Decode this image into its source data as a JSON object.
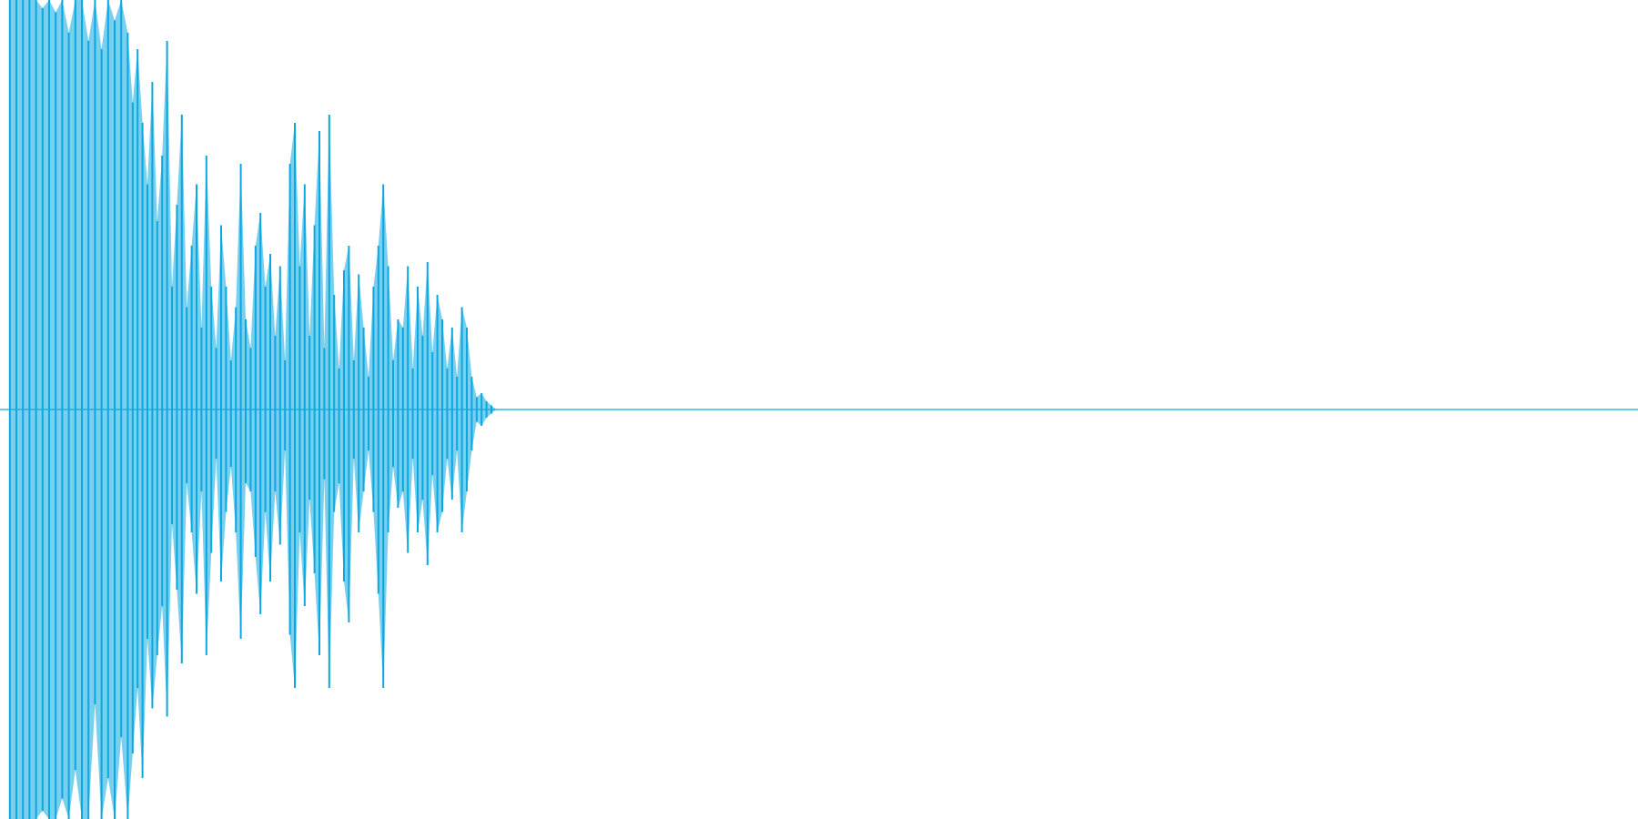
{
  "chart_data": {
    "type": "line",
    "title": "",
    "xlabel": "",
    "ylabel": "",
    "ylim": [
      -1,
      1
    ],
    "xlim": [
      0,
      1
    ],
    "grid": false,
    "legend": "none",
    "baseline_color": "#0aa7e0",
    "series": [
      {
        "color": "#0aa7e0",
        "x": [
          0.006,
          0.01,
          0.014,
          0.018,
          0.022,
          0.026,
          0.03,
          0.034,
          0.038,
          0.042,
          0.046,
          0.05,
          0.054,
          0.058,
          0.062,
          0.066,
          0.07,
          0.074,
          0.078,
          0.081,
          0.084,
          0.087,
          0.09,
          0.093,
          0.096,
          0.099,
          0.102,
          0.105,
          0.108,
          0.111,
          0.114,
          0.117,
          0.12,
          0.123,
          0.126,
          0.129,
          0.132,
          0.135,
          0.138,
          0.141,
          0.144,
          0.147,
          0.15,
          0.153,
          0.156,
          0.159,
          0.162,
          0.165,
          0.168,
          0.171,
          0.174,
          0.177,
          0.18,
          0.183,
          0.186,
          0.189,
          0.192,
          0.195,
          0.198,
          0.201,
          0.204,
          0.207,
          0.21,
          0.213,
          0.216,
          0.219,
          0.222,
          0.225,
          0.228,
          0.231,
          0.234,
          0.237,
          0.24,
          0.243,
          0.246,
          0.249,
          0.252,
          0.255,
          0.258,
          0.261,
          0.264,
          0.267,
          0.27,
          0.273,
          0.276,
          0.279,
          0.282,
          0.285,
          0.288,
          0.291,
          0.294,
          0.297,
          0.3,
          0.303
        ],
        "min": [
          -1.0,
          -1.0,
          -1.0,
          -1.0,
          -1.0,
          -0.98,
          -1.0,
          -1.0,
          -0.95,
          -1.0,
          -0.88,
          -1.0,
          -1.0,
          -0.72,
          -1.0,
          -0.9,
          -1.0,
          -0.8,
          -1.0,
          -0.84,
          -0.68,
          -0.9,
          -0.56,
          -0.73,
          -0.6,
          -0.48,
          -0.75,
          -0.28,
          -0.44,
          -0.62,
          -0.18,
          -0.3,
          -0.45,
          -0.2,
          -0.6,
          -0.35,
          -0.12,
          -0.42,
          -0.25,
          -0.14,
          -0.3,
          -0.56,
          -0.18,
          -0.2,
          -0.36,
          -0.5,
          -0.25,
          -0.42,
          -0.2,
          -0.33,
          -0.1,
          -0.55,
          -0.68,
          -0.3,
          -0.48,
          -0.22,
          -0.4,
          -0.6,
          -0.17,
          -0.68,
          -0.25,
          -0.18,
          -0.42,
          -0.52,
          -0.12,
          -0.3,
          -0.2,
          -0.1,
          -0.25,
          -0.45,
          -0.68,
          -0.3,
          -0.14,
          -0.24,
          -0.2,
          -0.35,
          -0.12,
          -0.3,
          -0.22,
          -0.38,
          -0.16,
          -0.3,
          -0.25,
          -0.12,
          -0.22,
          -0.1,
          -0.3,
          -0.2,
          -0.1,
          -0.03,
          -0.04,
          -0.02,
          -0.01,
          0.0
        ],
        "max": [
          1.0,
          1.0,
          1.0,
          1.0,
          1.0,
          0.98,
          1.0,
          0.97,
          1.0,
          0.92,
          1.0,
          1.0,
          0.9,
          1.0,
          0.88,
          1.0,
          0.95,
          1.0,
          0.92,
          0.75,
          0.88,
          0.7,
          0.55,
          0.8,
          0.46,
          0.62,
          0.9,
          0.3,
          0.5,
          0.72,
          0.25,
          0.4,
          0.55,
          0.2,
          0.62,
          0.3,
          0.15,
          0.45,
          0.3,
          0.12,
          0.25,
          0.6,
          0.22,
          0.15,
          0.4,
          0.48,
          0.3,
          0.38,
          0.18,
          0.35,
          0.12,
          0.6,
          0.7,
          0.35,
          0.55,
          0.18,
          0.45,
          0.68,
          0.15,
          0.72,
          0.28,
          0.1,
          0.34,
          0.4,
          0.12,
          0.33,
          0.2,
          0.08,
          0.3,
          0.4,
          0.55,
          0.35,
          0.12,
          0.22,
          0.2,
          0.35,
          0.1,
          0.3,
          0.18,
          0.36,
          0.14,
          0.28,
          0.22,
          0.1,
          0.2,
          0.08,
          0.25,
          0.2,
          0.08,
          0.03,
          0.04,
          0.02,
          0.01,
          0.0
        ]
      }
    ]
  }
}
